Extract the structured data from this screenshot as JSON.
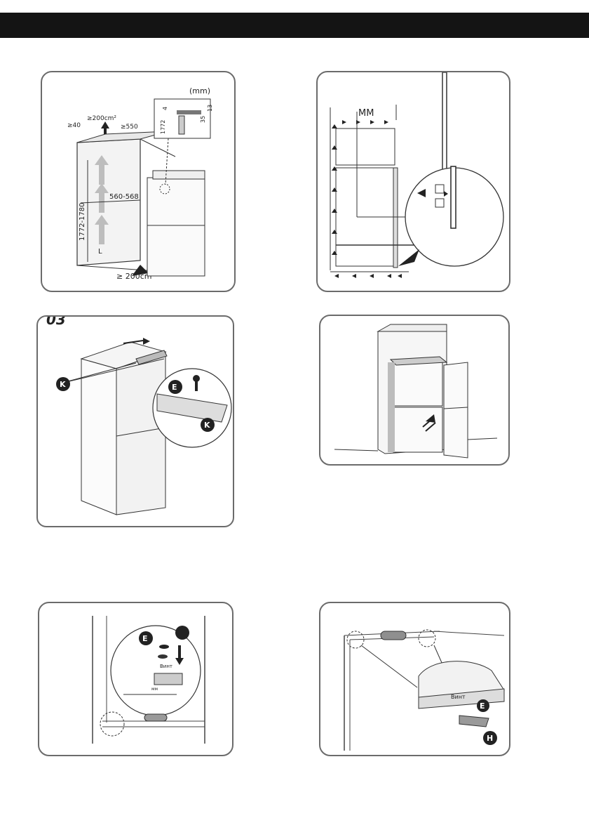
{
  "page": {
    "header_bar_color": "#141414",
    "panel_border_color": "#6b6b6b"
  },
  "figures": {
    "fig1": {
      "unit": "(mm)",
      "dim_top_vent": "≥200cm²",
      "dim_side": "≥40",
      "dim_depth": "≥550",
      "dim_height": "1772-1780",
      "dim_width": "560-568",
      "dim_bottom_vent": "≥ 200cm",
      "superscript": "2",
      "label_L": "L",
      "detail_4": "4",
      "detail_13": "13",
      "detail_35": "35",
      "detail_1772": "1772"
    },
    "fig2": {
      "label_mm": "MM"
    },
    "fig3": {
      "step_number": "03",
      "marker_K": "K",
      "marker_E": "E"
    },
    "fig4": {},
    "fig5": {
      "marker_E": "E",
      "screw_label": "Винт",
      "small_label": "мм"
    },
    "fig6": {
      "screw_label": "Винт",
      "marker_E": "E",
      "marker_H": "H"
    }
  }
}
